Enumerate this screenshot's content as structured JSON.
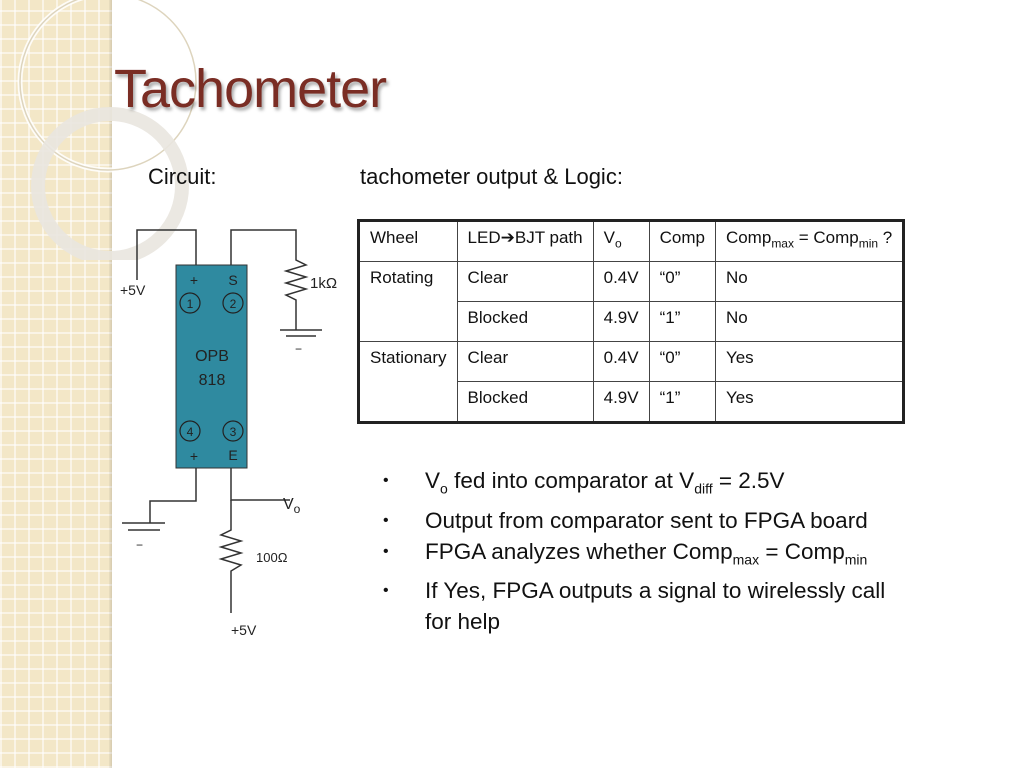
{
  "slide": {
    "title": "Tachometer",
    "circuit_label": "Circuit:",
    "logic_label": "tachometer output & Logic:"
  },
  "circuit": {
    "supply_top": "+5V",
    "supply_bottom": "+5V",
    "resistor_top": "1kΩ",
    "resistor_bottom": "100Ω",
    "output_label": "V",
    "output_sub": "o",
    "chip_name_line1": "OPB",
    "chip_name_line2": "818",
    "pin_plus_top": "+",
    "pin_s": "S",
    "pin_1": "1",
    "pin_2": "2",
    "pin_4": "4",
    "pin_3": "3",
    "pin_plus_bottom": "+",
    "pin_e": "E",
    "ground_minus": "−",
    "chip_color": "#2f8aa0"
  },
  "table": {
    "headers": {
      "wheel": "Wheel",
      "path_a": "LED",
      "path_arrow": "➔",
      "path_b": "BJT path",
      "vo": "V",
      "vo_sub": "o",
      "comp": "Comp",
      "eq_a": "Comp",
      "eq_a_sub": "max",
      "eq_mid": " = Comp",
      "eq_b_sub": "min",
      "eq_end": " ?"
    },
    "groups": [
      {
        "wheel": "Rotating",
        "rows": [
          {
            "path": "Clear",
            "vo": "0.4V",
            "comp": "“0”",
            "equal": "No"
          },
          {
            "path": "Blocked",
            "vo": "4.9V",
            "comp": "“1”",
            "equal": "No"
          }
        ]
      },
      {
        "wheel": "Stationary",
        "rows": [
          {
            "path": "Clear",
            "vo": "0.4V",
            "comp": "“0”",
            "equal": "Yes"
          },
          {
            "path": "Blocked",
            "vo": "4.9V",
            "comp": "“1”",
            "equal": "Yes"
          }
        ]
      }
    ]
  },
  "bullets": {
    "marker": "•",
    "b1": {
      "a": "V",
      "a_sub": "o",
      "b": " fed into comparator at V",
      "b_sub": "diff",
      "c": " = 2.5V"
    },
    "b2": {
      "text": "Output from comparator sent to FPGA board"
    },
    "b3": {
      "a": "FPGA analyzes whether Comp",
      "a_sub": "max",
      "b": " = Comp",
      "b_sub": "min"
    },
    "b4": {
      "line1": "If Yes, FPGA outputs a signal to wirelessly call",
      "line2": "for help"
    }
  },
  "colors": {
    "title": "#7a2d24",
    "side_background": "#f3e7c7",
    "chip": "#2f8aa0"
  }
}
